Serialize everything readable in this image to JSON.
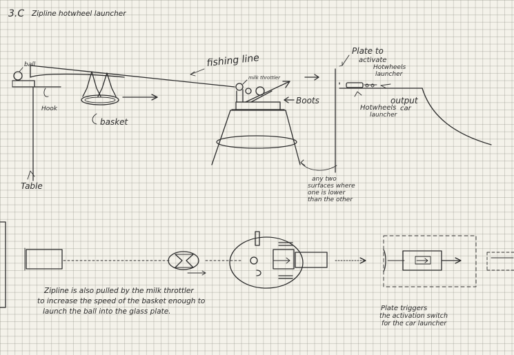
{
  "title": {
    "number": "3.C",
    "text": "Zipline hotwheel launcher"
  },
  "labels": {
    "ball": "ball",
    "hook": "Hook",
    "basket": "basket",
    "table": "Table",
    "fishing_line": "fishing line",
    "milk_throttle": "milk throttler",
    "boots": "Boots",
    "plate_line1": "Plate to",
    "plate_line2": "activate",
    "plate_line3": "Hotwheels",
    "plate_line4": "launcher",
    "output_line1": "output",
    "output_line2": "car",
    "launcher_line1": "Hotwheels",
    "launcher_line2": "launcher",
    "surfaces_line1": "any two",
    "surfaces_line2": "surfaces where",
    "surfaces_line3": "one is lower",
    "surfaces_line4": "than the other"
  },
  "notes": {
    "zipline_line1": "Zipline is also pulled by the milk throttler",
    "zipline_line2": "to increase the speed of the basket enough to",
    "zipline_line3": "launch the ball into the glass plate.",
    "plate_line1": "Plate triggers",
    "plate_line2": "the activation switch",
    "plate_line3": "for the car launcher"
  }
}
